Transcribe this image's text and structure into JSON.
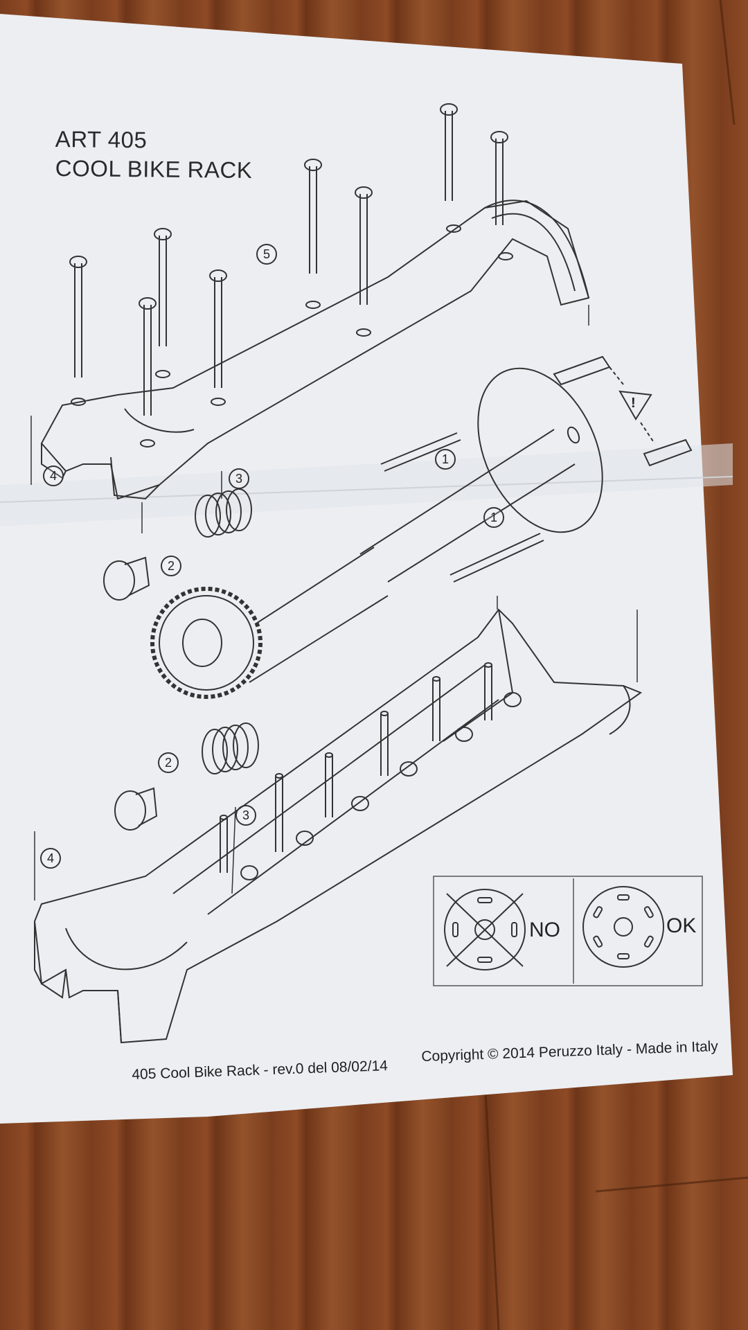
{
  "title": {
    "line1": "ART 405",
    "line2": "COOL BIKE RACK"
  },
  "callouts": {
    "c1a": "1",
    "c1b": "1",
    "c2a": "2",
    "c2b": "2",
    "c3a": "3",
    "c3b": "3",
    "c4a": "4",
    "c4b": "4",
    "c5": "5"
  },
  "warning_symbol": "!",
  "mounting_comparison": {
    "wrong_label": "NO",
    "right_label": "OK"
  },
  "footer": {
    "document_ref": "405 Cool Bike Rack - rev.0 del 08/02/14",
    "copyright": "Copyright © 2014 Peruzzo Italy - Made in Italy"
  },
  "colors": {
    "paper": "#eceff4",
    "ink": "#2a2a2a",
    "floor": "#8a4a26"
  }
}
